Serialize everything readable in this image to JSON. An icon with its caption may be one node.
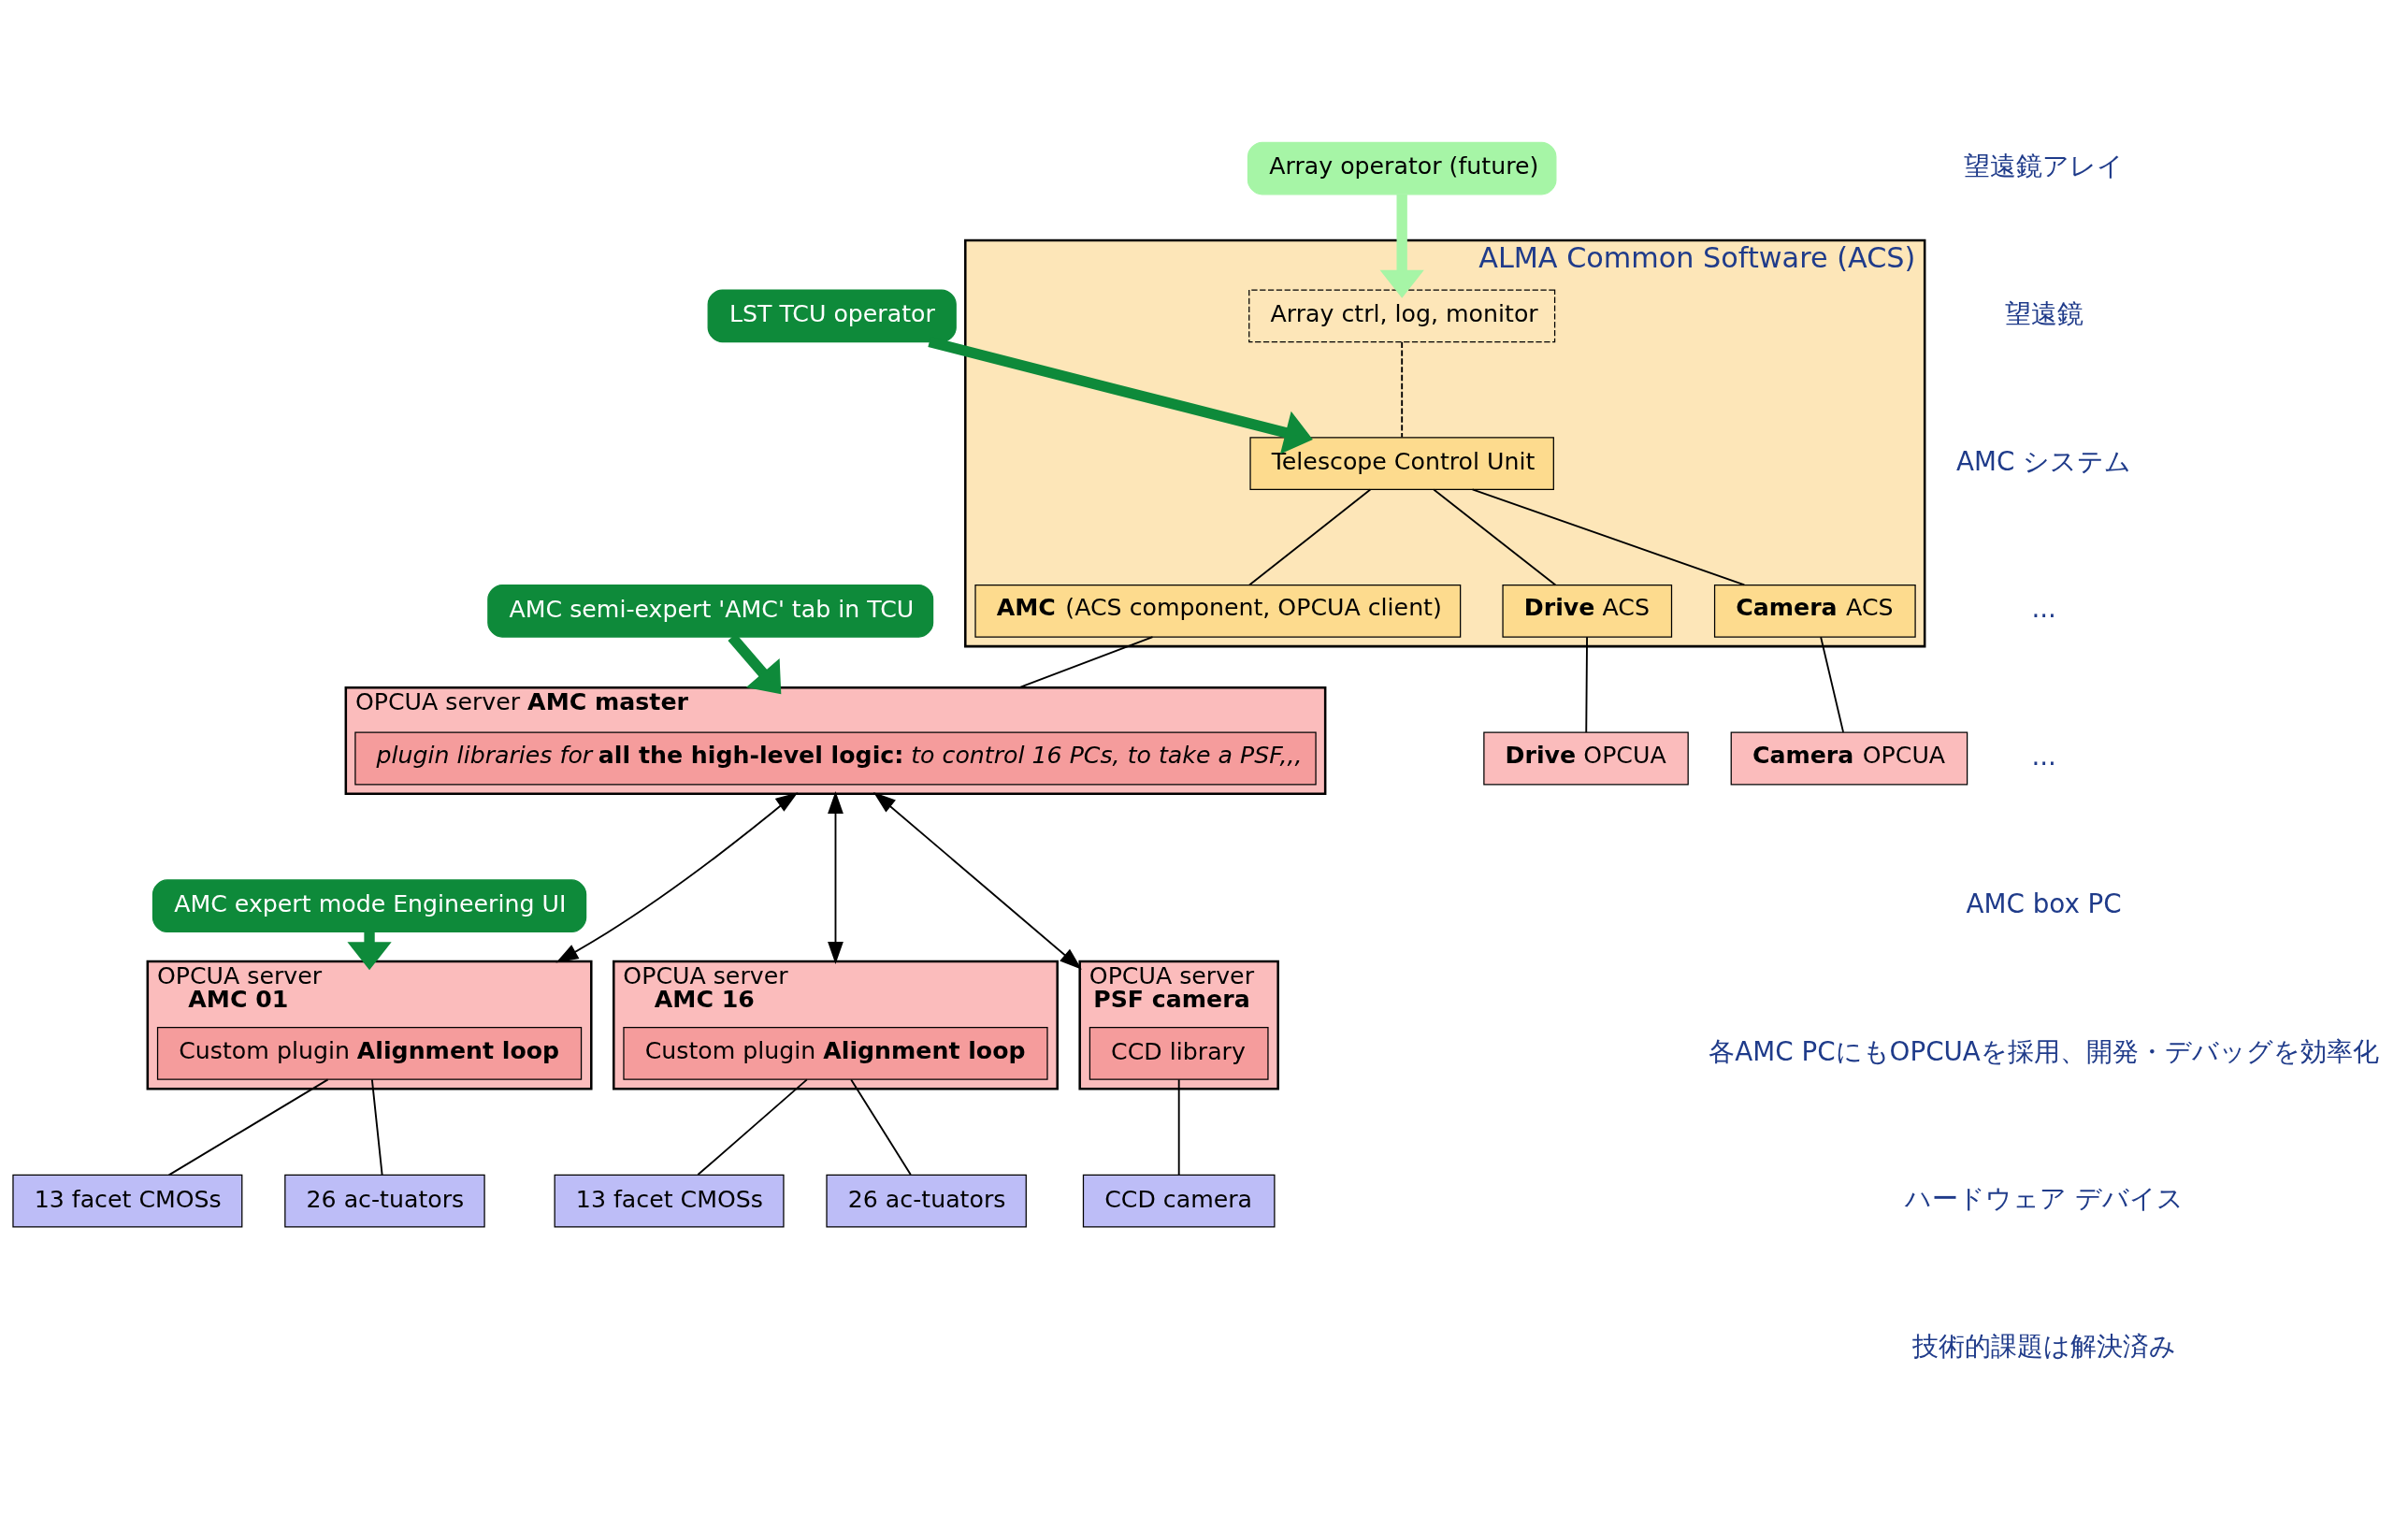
{
  "diagram": {
    "nodes": [
      {
        "text": [
          "ALMA Common Software (ACS)"
        ]
      },
      {
        "text": [
          "Array operator (future)"
        ]
      },
      {
        "text": [
          "Array ctrl, log, monitor"
        ],
        "in": 0
      },
      {
        "text": [
          "LST TCU operator"
        ]
      },
      {
        "text": [
          "Telescope Control Unit"
        ],
        "in": 0
      },
      {
        "text": [
          "**Drive** ACS"
        ],
        "in": 0
      },
      {
        "text": [
          "**Camera** ACS"
        ],
        "in": 0
      },
      {
        "text": [
          "**AMC** (ACS component, OPCUA client)"
        ],
        "in": 0
      },
      {
        "text": [
          "**Drive** OPCUA"
        ]
      },
      {
        "text": [
          "**Camera** OPCUA"
        ]
      },
      {
        "text": [
          "OPCUA server **AMC master**"
        ]
      },
      {
        "text": [
          "*plugin libraries for* **all the high-level logic:** *to control 16 PCs, to take a PSF,,,*"
        ],
        "in": 10
      },
      {
        "text": [
          "AMC semi-expert 'AMC' tab in TCU"
        ]
      },
      {
        "text": [
          "AMC expert mode Engineering UI"
        ]
      },
      {
        "text": [
          "OPCUA server",
          "**AMC 01**"
        ]
      },
      {
        "text": [
          "Custom plugin **Alignment loop**"
        ],
        "in": 14
      },
      {
        "text": [
          "OPCUA server",
          "**AMC 16**"
        ]
      },
      {
        "text": [
          "Custom plugin **Alignment loop**"
        ],
        "in": 16
      },
      {
        "text": [
          "OPCUA server",
          "**PSF camera**"
        ]
      },
      {
        "text": [
          "CCD library"
        ],
        "in": 18
      },
      {
        "text": [
          "13 facet CMOSs"
        ]
      },
      {
        "text": [
          "26 ac-tuators"
        ]
      },
      {
        "text": [
          "13 facet CMOSs"
        ]
      },
      {
        "text": [
          "26 ac-tuators"
        ]
      },
      {
        "text": [
          "CCD camera"
        ]
      }
    ],
    "edges": [
      {
        "from": 1,
        "to": 2,
        "arrow": "to",
        "style": "thick",
        "color": "#a6f5a6"
      },
      {
        "from": 2,
        "to": 4,
        "arrow": "none",
        "style": "dashed"
      },
      {
        "from": 3,
        "to": 4,
        "arrow": "to",
        "style": "thick",
        "color": "#0e8a3a"
      },
      {
        "from": 4,
        "to": 5,
        "arrow": "none"
      },
      {
        "from": 4,
        "to": 6,
        "arrow": "none"
      },
      {
        "from": 4,
        "to": 7,
        "arrow": "none"
      },
      {
        "from": 5,
        "to": 8,
        "arrow": "none"
      },
      {
        "from": 6,
        "to": 9,
        "arrow": "none"
      },
      {
        "from": 7,
        "to": 10,
        "arrow": "none"
      },
      {
        "from": 12,
        "to": 10,
        "arrow": "to",
        "style": "thick",
        "color": "#0e8a3a"
      },
      {
        "from": 13,
        "to": 14,
        "arrow": "to",
        "style": "thick",
        "color": "#0e8a3a"
      },
      {
        "from": 10,
        "to": 14,
        "arrow": "both"
      },
      {
        "from": 10,
        "to": 16,
        "arrow": "both"
      },
      {
        "from": 10,
        "to": 18,
        "arrow": "both"
      },
      {
        "from": 15,
        "to": 20,
        "arrow": "none"
      },
      {
        "from": 15,
        "to": 21,
        "arrow": "none"
      },
      {
        "from": 17,
        "to": 22,
        "arrow": "none"
      },
      {
        "from": 17,
        "to": 23,
        "arrow": "none"
      },
      {
        "from": 19,
        "to": 24,
        "arrow": "none"
      }
    ],
    "labels": [
      "望遠鏡アレイ",
      "望遠鏡",
      "AMC システム",
      "...",
      "...",
      "AMC box PC",
      "各AMC PCにもOPCUAを採用、開発・デバッグを効率化",
      "ハードウェア デバイス",
      "技術的課題は解決済み"
    ]
  }
}
